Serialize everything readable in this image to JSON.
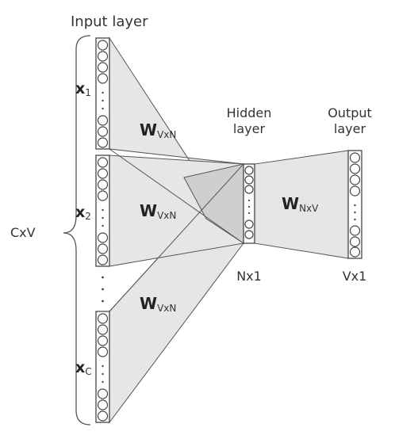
{
  "labels": {
    "input_layer": "Input layer",
    "hidden_layer_line1": "Hidden",
    "hidden_layer_line2": "layer",
    "output_layer_line1": "Output",
    "output_layer_line2": "layer",
    "cxv": "CxV",
    "nx1": "Nx1",
    "vx1": "Vx1"
  },
  "inputs": [
    {
      "base": "x",
      "sub": "1"
    },
    {
      "base": "x",
      "sub": "2"
    },
    {
      "base": "x",
      "sub": "C"
    }
  ],
  "weights": {
    "input_to_hidden": {
      "base": "W",
      "sub": "VxN"
    },
    "hidden_to_output": {
      "base": "W",
      "sub": "NxV"
    }
  },
  "icons": [
    "vector-node-circles",
    "vertical-ellipsis",
    "curly-brace"
  ]
}
